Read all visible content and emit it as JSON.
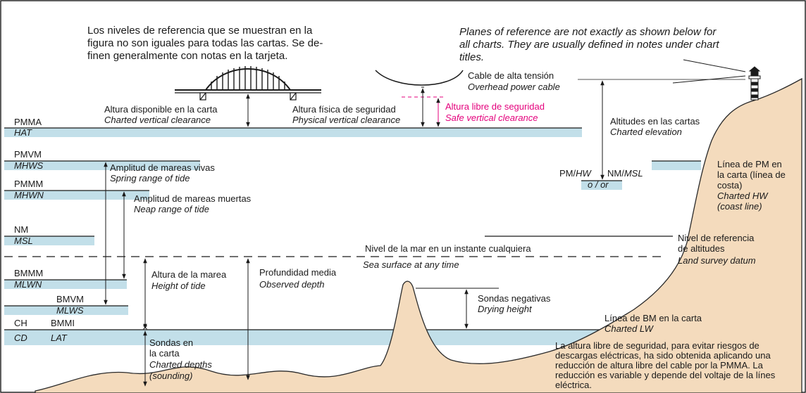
{
  "colors": {
    "water_band": "#c2dfe9",
    "land": "#f4dbbd",
    "land_stroke": "#2a2a2a",
    "pink": "#e4007c",
    "ink": "#1a1a1a"
  },
  "notes": {
    "es": [
      "Los niveles de referencia que se muestran en la",
      "figura no son iguales para todas las cartas. Se de-",
      "finen generalmente con notas en la tarjeta."
    ],
    "en": [
      "Planes of reference are not exactly as shown below for",
      "all charts. They are usually defined in notes under chart",
      "titles."
    ]
  },
  "levels": {
    "pmma": "PMMA",
    "hat": "HAT",
    "pmvm": "PMVM",
    "mhws": "MHWS",
    "pmmm": "PMMM",
    "mhwn": "MHWN",
    "nm": "NM",
    "msl": "MSL",
    "bmmm": "BMMM",
    "mlwn": "MLWN",
    "bmvm": "BMVM",
    "mlws": "MLWS",
    "ch": "CH",
    "bmmi": "BMMI",
    "cd": "CD",
    "lat": "LAT"
  },
  "labels": {
    "charted_clearance": {
      "es": "Altura disponible en la carta",
      "en": "Charted vertical clearance"
    },
    "physical_clearance": {
      "es": "Altura física de seguridad",
      "en": "Physical vertical clearance"
    },
    "safe_clearance": {
      "es": "Altura libre de seguridad",
      "en": "Safe vertical clearance"
    },
    "power_cable": {
      "es": "Cable de alta tensión",
      "en": "Overhead power cable"
    },
    "spring_range": {
      "es": "Amplitud de mareas vivas",
      "en": "Spring range of tide"
    },
    "neap_range": {
      "es": "Amplitud de mareas muertas",
      "en": "Neap range of tide"
    },
    "sea_surface": {
      "es": "Nivel de la mar en un instante cualquiera",
      "en": "Sea surface at any time"
    },
    "height_of_tide": {
      "es": "Altura de la marea",
      "en": "Height of tide"
    },
    "observed_depth": {
      "es": "Profundidad media",
      "en": "Observed depth"
    },
    "drying_height": {
      "es": "Sondas negativas",
      "en": "Drying height"
    },
    "charted_depths": {
      "es1": "Sondas en",
      "es2": "la carta",
      "en1": "Charted depths",
      "en2": "(sounding)"
    },
    "charted_elevation": {
      "es": "Altitudes en las cartas",
      "en": "Charted elevation"
    },
    "pm_hw": {
      "pm": "PM/",
      "hw": "HW",
      "nm": "NM/",
      "msl": "MSL",
      "or": "o / or"
    },
    "charted_hw": {
      "es1": "Línea de PM en",
      "es2": "la carta (línea de",
      "es3": "costa)",
      "en1": "Charted HW",
      "en2": "(coast line)"
    },
    "land_datum": {
      "es1": "Nivel de referencia",
      "es2": "de altitudes",
      "en": "Land survey datum"
    },
    "charted_lw": {
      "es": "Línea de BM en la carta",
      "en": "Charted LW"
    },
    "footnote": [
      "La altura libre de seguridad, para evitar riesgos de",
      "descargas eléctricas, ha sido obtenida aplicando una",
      "reducción de altura libre del cable por la PMMA. La",
      "reducción es variable y depende del voltaje de la línes",
      "eléctrica."
    ]
  }
}
